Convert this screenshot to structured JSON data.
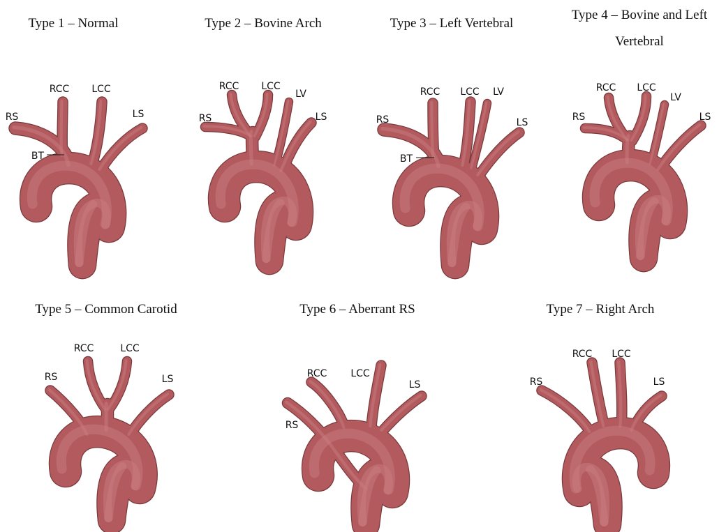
{
  "colors": {
    "vessel": "#b25a5e",
    "vessel_outline": "#7a3a3c",
    "vessel_highlight": "#c87a7d",
    "text": "#111111",
    "background": "#ffffff"
  },
  "types": [
    {
      "title": "Type 1 – Normal",
      "labels": {
        "rs": "RS",
        "rcc": "RCC",
        "lcc": "LCC",
        "ls": "LS",
        "bt": "BT"
      }
    },
    {
      "title": "Type 2 – Bovine Arch",
      "labels": {
        "rs": "RS",
        "rcc": "RCC",
        "lcc": "LCC",
        "lv": "LV",
        "ls": "LS"
      }
    },
    {
      "title": "Type 3 – Left Vertebral",
      "labels": {
        "rs": "RS",
        "rcc": "RCC",
        "lcc": "LCC",
        "lv": "LV",
        "ls": "LS",
        "bt": "BT"
      }
    },
    {
      "title_line1": "Type 4 – Bovine and Left",
      "title_line2": "Vertebral",
      "labels": {
        "rs": "RS",
        "rcc": "RCC",
        "lcc": "LCC",
        "lv": "LV",
        "ls": "LS"
      }
    },
    {
      "title": "Type 5 – Common Carotid",
      "labels": {
        "rs": "RS",
        "rcc": "RCC",
        "lcc": "LCC",
        "ls": "LS"
      }
    },
    {
      "title": "Type 6 – Aberrant RS",
      "labels": {
        "rs": "RS",
        "rcc": "RCC",
        "lcc": "LCC",
        "ls": "LS"
      }
    },
    {
      "title": "Type 7 – Right Arch",
      "labels": {
        "rs": "RS",
        "rcc": "RCC",
        "lcc": "LCC",
        "ls": "LS"
      }
    }
  ]
}
